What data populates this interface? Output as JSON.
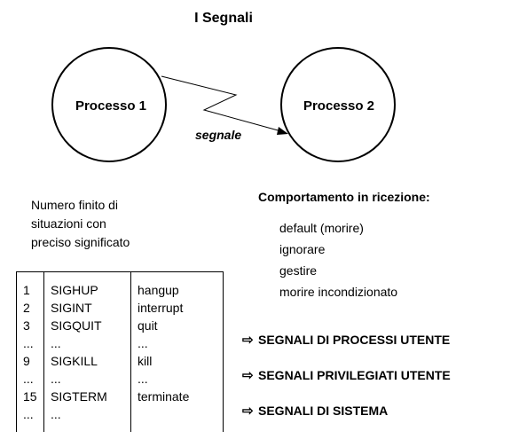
{
  "title": "I Segnali",
  "process1": "Processo 1",
  "process2": "Processo 2",
  "signal_label": "segnale",
  "description": [
    "Numero finito di",
    "situazioni con",
    "preciso significato"
  ],
  "behavior": {
    "title": "Comportamento in ricezione:",
    "items": [
      "default (morire)",
      "ignorare",
      "gestire",
      "morire incondizionato"
    ]
  },
  "table": {
    "rows": [
      {
        "num": "1",
        "name": "SIGHUP",
        "meaning": "hangup"
      },
      {
        "num": "2",
        "name": "SIGINT",
        "meaning": "interrupt"
      },
      {
        "num": "3",
        "name": "SIGQUIT",
        "meaning": "quit"
      },
      {
        "num": "...",
        "name": "...",
        "meaning": "..."
      },
      {
        "num": "9",
        "name": "SIGKILL",
        "meaning": "kill"
      },
      {
        "num": "...",
        "name": "...",
        "meaning": "..."
      },
      {
        "num": "15",
        "name": "SIGTERM",
        "meaning": "terminate"
      },
      {
        "num": "...",
        "name": "...",
        "meaning": ""
      }
    ]
  },
  "categories": [
    {
      "icon": "arrow-right-outline-icon",
      "label": "SEGNALI DI PROCESSI UTENTE"
    },
    {
      "icon": "arrow-right-outline-icon",
      "label": "SEGNALI PRIVILEGIATI UTENTE"
    },
    {
      "icon": "arrow-right-outline-icon",
      "label": "SEGNALI DI SISTEMA"
    }
  ]
}
